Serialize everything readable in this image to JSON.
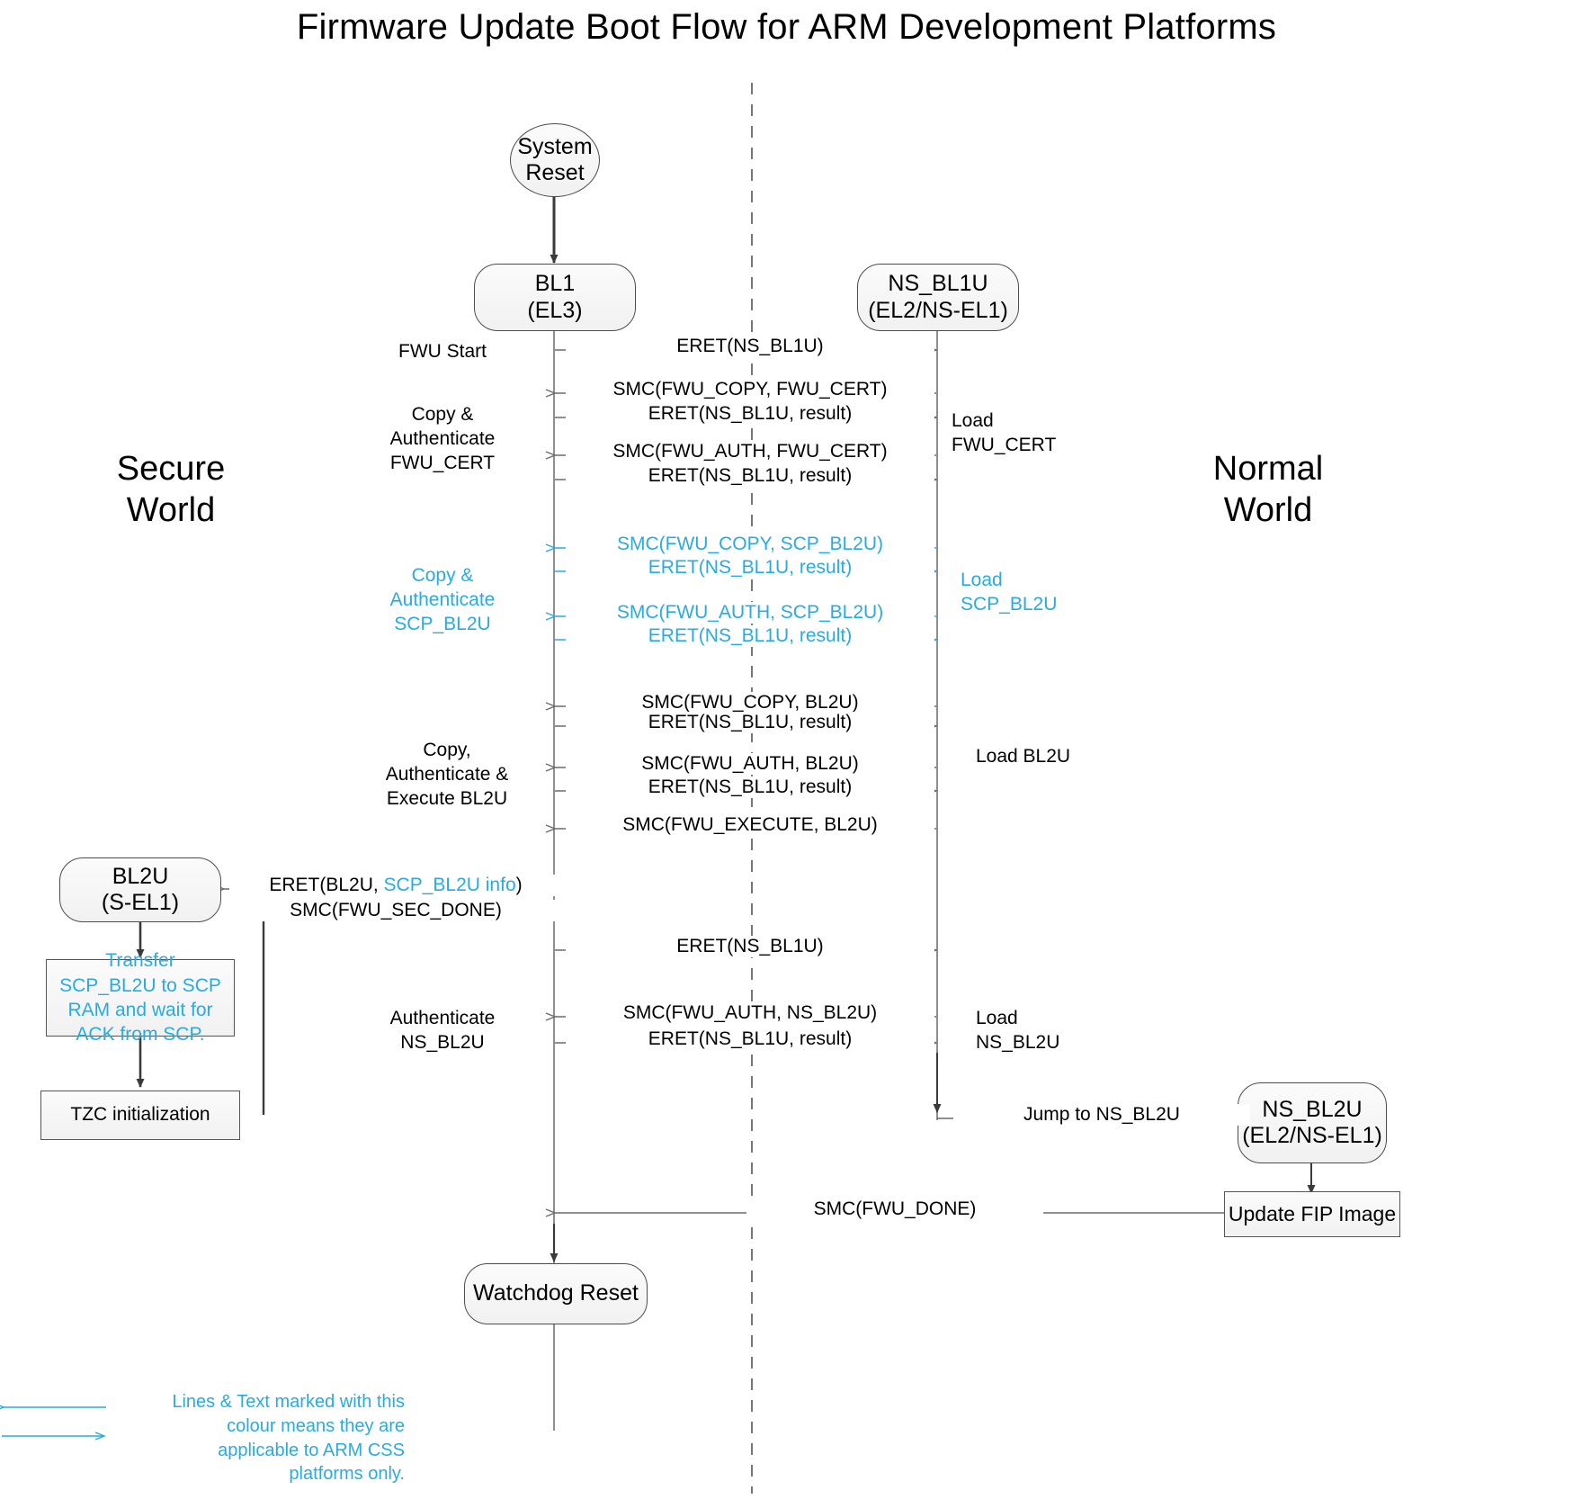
{
  "title": "Firmware Update Boot Flow for ARM Development Platforms",
  "colors": {
    "accent_cyan": "#29ABE2",
    "line_dark": "#4d4d4d",
    "line_gray": "#7a7a7a",
    "node_fill": "#f2f2f2"
  },
  "worlds": {
    "secure": "Secure\nWorld",
    "normal": "Normal\nWorld"
  },
  "nodes": {
    "system_reset": "System\nReset",
    "bl1": "BL1\n(EL3)",
    "ns_bl1u": "NS_BL1U\n(EL2/NS-EL1)",
    "bl2u": "BL2U\n(S-EL1)",
    "transfer_box": "Transfer SCP_BL2U to SCP RAM and wait for ACK from SCP.",
    "tzc_box": "TZC initialization",
    "ns_bl2u": "NS_BL2U\n(EL2/NS-EL1)",
    "update_fip": "Update FIP Image",
    "watchdog_reset": "Watchdog Reset"
  },
  "messages": [
    {
      "id": "m01",
      "label": "ERET(NS_BL1U)",
      "dir": "right",
      "cyan": false
    },
    {
      "id": "m02",
      "label": "SMC(FWU_COPY, FWU_CERT)",
      "dir": "left",
      "cyan": false
    },
    {
      "id": "m03",
      "label": "ERET(NS_BL1U, result)",
      "dir": "right",
      "cyan": false
    },
    {
      "id": "m04",
      "label": "SMC(FWU_AUTH, FWU_CERT)",
      "dir": "left",
      "cyan": false
    },
    {
      "id": "m05",
      "label": "ERET(NS_BL1U, result)",
      "dir": "right",
      "cyan": false
    },
    {
      "id": "m06",
      "label": "SMC(FWU_COPY, SCP_BL2U)",
      "dir": "left",
      "cyan": true
    },
    {
      "id": "m07",
      "label": "ERET(NS_BL1U, result)",
      "dir": "right",
      "cyan": true
    },
    {
      "id": "m08",
      "label": "SMC(FWU_AUTH, SCP_BL2U)",
      "dir": "left",
      "cyan": true
    },
    {
      "id": "m09",
      "label": "ERET(NS_BL1U, result)",
      "dir": "right",
      "cyan": true
    },
    {
      "id": "m10",
      "label": "SMC(FWU_COPY, BL2U)",
      "dir": "left",
      "cyan": false
    },
    {
      "id": "m11",
      "label": "ERET(NS_BL1U, result)",
      "dir": "right",
      "cyan": false
    },
    {
      "id": "m12",
      "label": "SMC(FWU_AUTH, BL2U)",
      "dir": "left",
      "cyan": false
    },
    {
      "id": "m13",
      "label": "ERET(NS_BL1U, result)",
      "dir": "right",
      "cyan": false
    },
    {
      "id": "m14",
      "label": "SMC(FWU_EXECUTE, BL2U)",
      "dir": "left",
      "cyan": false
    },
    {
      "id": "m15",
      "label": "SMC(FWU_SEC_DONE)",
      "dir": "right",
      "cyan": false
    },
    {
      "id": "m16",
      "label": "ERET(NS_BL1U)",
      "dir": "right",
      "cyan": false
    },
    {
      "id": "m17",
      "label": "SMC(FWU_AUTH, NS_BL2U)",
      "dir": "left",
      "cyan": false
    },
    {
      "id": "m18",
      "label": "ERET(NS_BL1U, result)",
      "dir": "right",
      "cyan": false
    },
    {
      "id": "m19",
      "label": "Jump to NS_BL2U",
      "dir": "right",
      "cyan": false
    },
    {
      "id": "m20",
      "label": "SMC(FWU_DONE)",
      "dir": "left",
      "cyan": false
    }
  ],
  "eret_bl2u": {
    "prefix": "ERET(BL2U, ",
    "cyan_part": "SCP_BL2U info",
    "suffix": ")"
  },
  "side_labels": {
    "fwu_start": "FWU Start",
    "copy_auth_cert": "Copy &\nAuthenticate\nFWU_CERT",
    "copy_auth_scp": "Copy &\nAuthenticate\nSCP_BL2U",
    "copy_auth_exec_bl2u": "Copy,\nAuthenticate &\nExecute BL2U",
    "authenticate_ns_bl2u": "Authenticate\nNS_BL2U",
    "load_fwu_cert": "Load\nFWU_CERT",
    "load_scp_bl2u": "Load\nSCP_BL2U",
    "load_bl2u": "Load BL2U",
    "load_ns_bl2u": "Load\nNS_BL2U"
  },
  "legend": {
    "text": "Lines & Text marked with this colour means they are applicable to ARM CSS platforms only."
  }
}
